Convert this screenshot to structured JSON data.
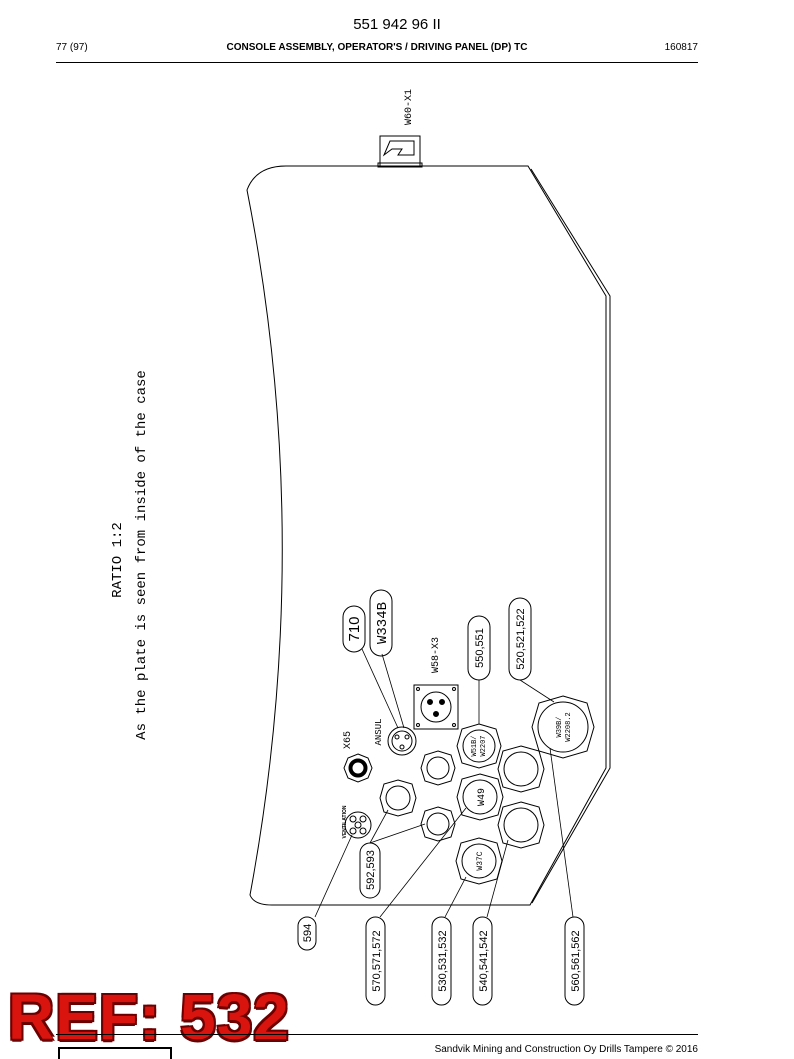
{
  "header": {
    "doc_number": "551 942 96 II",
    "page": "77 (97)",
    "title": "CONSOLE ASSEMBLY, OPERATOR'S / DRIVING PANEL (DP) TC",
    "date": "160817"
  },
  "diagram": {
    "ratio": "RATIO 1:2",
    "note": "As the plate is seen from inside of the case",
    "labels": {
      "w60_x1": "W60-X1",
      "w58_x3": "W58-X3",
      "x65": "X65",
      "ansul": "ANSUL",
      "ventilation": "VENTILATION",
      "w51b": "W51B/",
      "w2207": "W2207",
      "w39b": "W39B/",
      "w2208": "W2208.2",
      "w49": "W49",
      "w37c": "W37C"
    },
    "callouts": {
      "c710": "710",
      "w334b": "W334B",
      "c550": "550,551",
      "c520": "520,521,522",
      "c592": "592,593",
      "c594": "594",
      "c570": "570,571,572",
      "c530": "530,531,532",
      "c540": "540,541,542",
      "c560": "560,561,562"
    }
  },
  "watermark": "REF: 532",
  "footer": {
    "text": "Sandvik Mining and Construction Oy Drills Tampere © 2016"
  }
}
